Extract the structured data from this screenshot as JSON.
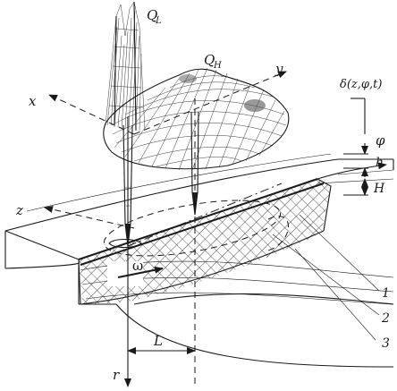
{
  "labels": {
    "q_laser": "Q",
    "q_laser_sub": "L",
    "q_heat": "Q",
    "q_heat_sub": "H",
    "axis_x": "x",
    "axis_y": "y",
    "axis_z": "z",
    "axis_r": "r",
    "delta": "δ(z,φ,t)",
    "phi": "φ",
    "h": "h",
    "H": "H",
    "omega": "ω",
    "L": "L",
    "callout_1": "1",
    "callout_2": "2",
    "callout_3": "3"
  },
  "colors": {
    "ink": "#1a1a1a",
    "background": "#ffffff",
    "hatch": "#333333"
  }
}
